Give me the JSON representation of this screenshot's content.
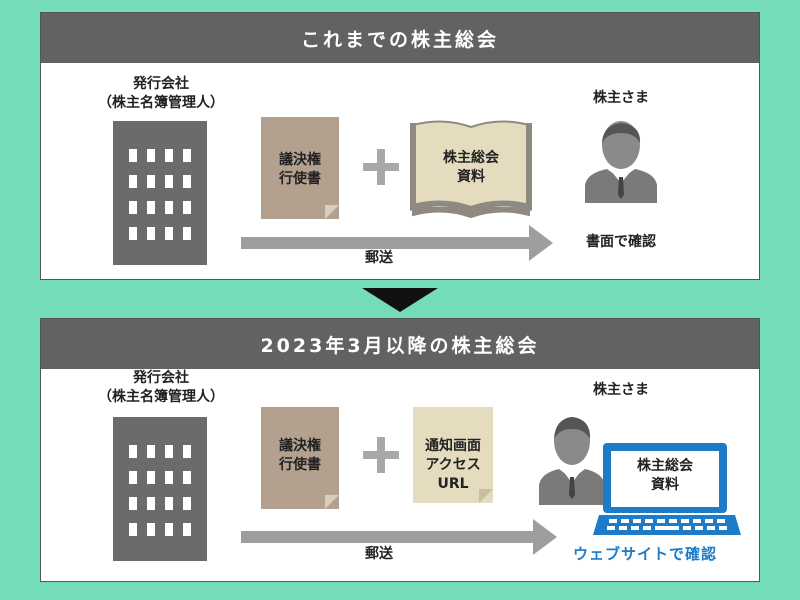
{
  "panel_before": {
    "header": "これまでの株主総会",
    "issuer_line1": "発行会社",
    "issuer_line2": "（株主名簿管理人）",
    "ballot_line1": "議決権",
    "ballot_line2": "行使書",
    "materials_line1": "株主総会",
    "materials_line2": "資料",
    "shareholder": "株主さま",
    "confirm": "書面で確認",
    "mail": "郵送"
  },
  "panel_after": {
    "header": "2023年3月以降の株主総会",
    "issuer_line1": "発行会社",
    "issuer_line2": "（株主名簿管理人）",
    "ballot_line1": "議決権",
    "ballot_line2": "行使書",
    "notice_line1": "通知画面",
    "notice_line2": "アクセスURL",
    "shareholder": "株主さま",
    "screen_line1": "株主総会",
    "screen_line2": "資料",
    "confirm": "ウェブサイトで確認",
    "mail": "郵送"
  },
  "colors": {
    "background": "#74dcb6",
    "header": "#626262",
    "building": "#6b6b6b",
    "ballot": "#b4a08e",
    "materials": "#e5dcbf",
    "laptop": "#1e7bc8",
    "web_text": "#1e7bc8"
  },
  "icons": [
    "building-icon",
    "ballot-document-icon",
    "open-book-icon",
    "plus-icon",
    "arrow-right-icon",
    "person-icon",
    "laptop-icon",
    "down-triangle-icon",
    "notice-document-icon"
  ]
}
